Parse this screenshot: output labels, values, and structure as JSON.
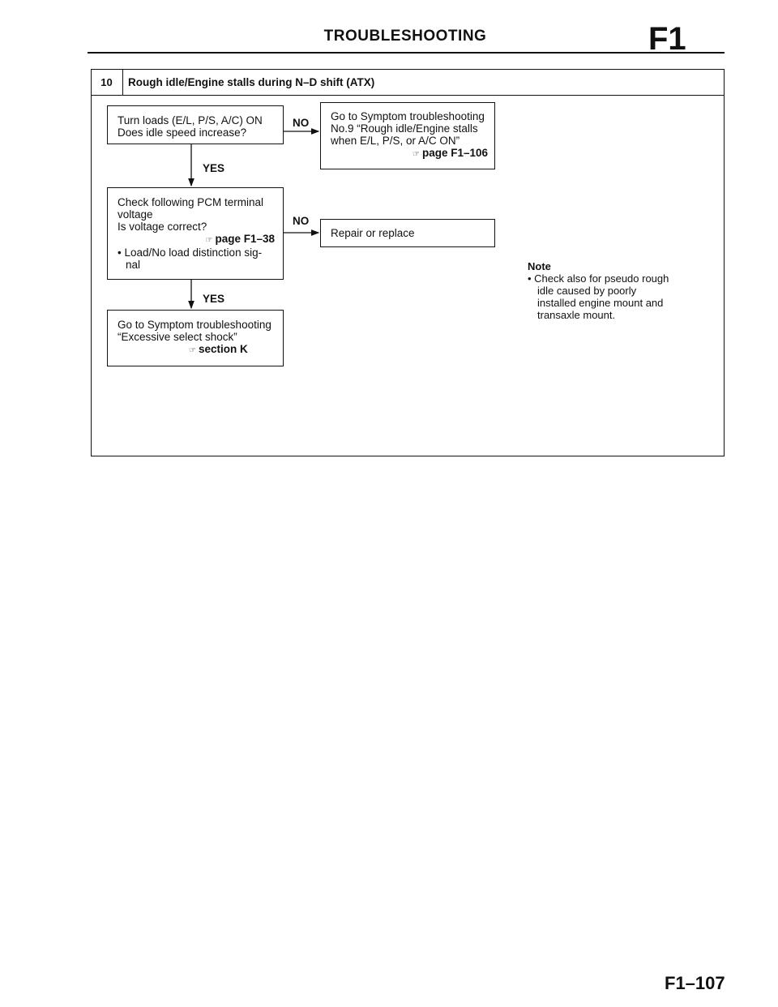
{
  "header": {
    "title": "TROUBLESHOOTING",
    "section_code": "F1"
  },
  "step": {
    "number": "10",
    "title": "Rough idle/Engine stalls during N–D shift (ATX)"
  },
  "boxes": {
    "q1": {
      "lines": [
        "Turn loads (E/L, P/S, A/C) ON",
        "Does idle speed increase?"
      ]
    },
    "no1": {
      "lines": [
        "Go to Symptom troubleshooting",
        "No.9 “Rough idle/Engine stalls",
        "when E/L, P/S, or A/C ON”"
      ],
      "ref_icon": "☞",
      "ref": "page F1–106"
    },
    "q2": {
      "lines": [
        "Check following PCM terminal",
        "voltage",
        "Is voltage correct?"
      ],
      "ref_icon": "☞",
      "ref": "page F1–38",
      "bullets": [
        "• Load/No load distinction sig-",
        "nal"
      ]
    },
    "no2": {
      "lines": [
        "Repair or replace"
      ]
    },
    "yes2": {
      "lines": [
        "Go to Symptom troubleshooting",
        "“Excessive select shock”"
      ],
      "ref_icon": "☞",
      "ref": "section K"
    }
  },
  "labels": {
    "no": "NO",
    "yes": "YES"
  },
  "note": {
    "heading": "Note",
    "bullet": "• Check also for pseudo rough",
    "cont": [
      "idle caused by poorly",
      "installed engine mount and",
      "transaxle mount."
    ]
  },
  "footer": {
    "page_number": "F1–107"
  }
}
